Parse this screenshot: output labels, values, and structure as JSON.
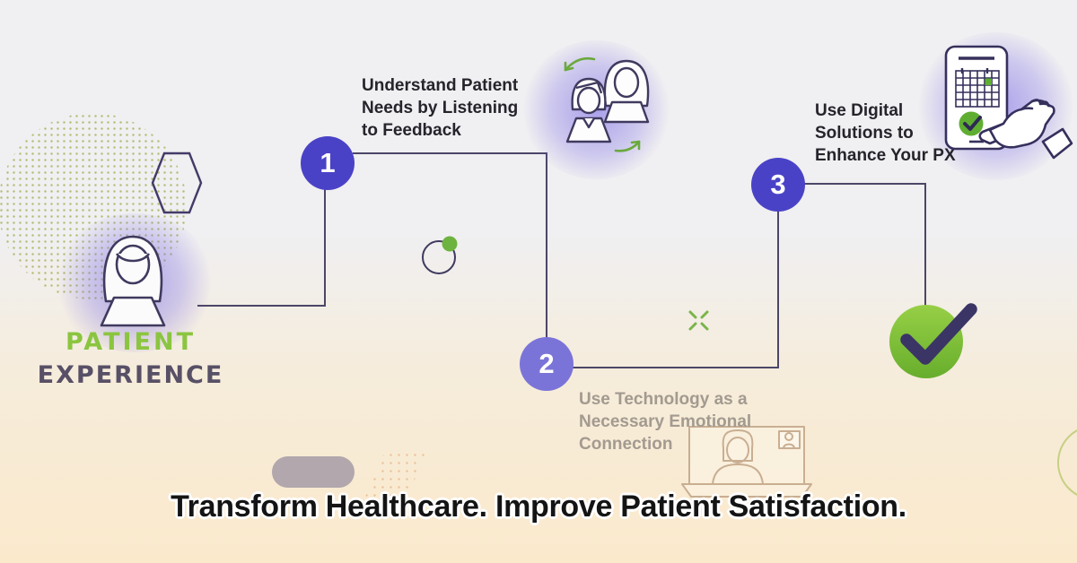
{
  "brand": {
    "line1": "PATIENT",
    "line2": "EXPERIENCE"
  },
  "steps": [
    {
      "number": "1",
      "lines": [
        "Understand Patient",
        "Needs by Listening",
        "to Feedback"
      ]
    },
    {
      "number": "2",
      "lines": [
        "Use Technology as a",
        "Necessary Emotional",
        "Connection"
      ]
    },
    {
      "number": "3",
      "lines": [
        "Use Digital",
        "Solutions to",
        "Enhance Your PX"
      ]
    }
  ],
  "headline": "Transform Healthcare. Improve Patient Satisfaction.",
  "colors": {
    "step_circle_dark": "#4a42c6",
    "step_circle_light": "#7b74d8",
    "brand_green": "#8bc540",
    "brand_purple": "#575066",
    "line": "#4c4668",
    "accent_green": "#6db33f",
    "muted_text": "#a39a90",
    "background_top": "#f0eff1",
    "background_bottom": "#fbe9cc"
  }
}
